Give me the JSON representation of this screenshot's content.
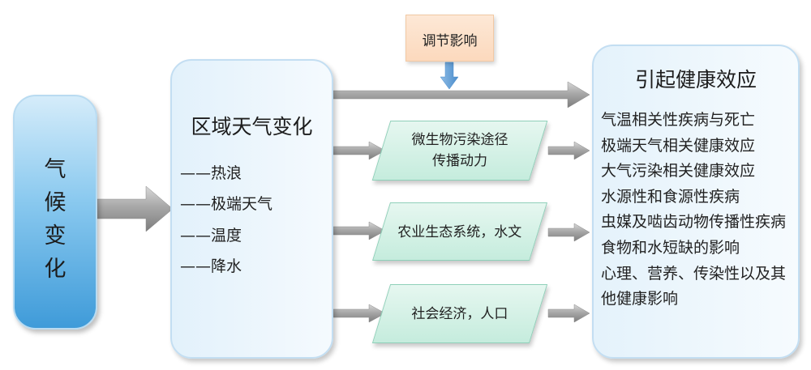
{
  "climate": {
    "title": "气候变化"
  },
  "region": {
    "title": "区域天气变化",
    "items": [
      "——热浪",
      "——极端天气",
      "——温度",
      "——降水"
    ]
  },
  "regulation": {
    "label": "调节影响"
  },
  "pathways": [
    {
      "lines": [
        "微生物污染途径",
        "传播动力"
      ]
    },
    {
      "lines": [
        "农业生态系统，水文"
      ]
    },
    {
      "lines": [
        "社会经济，人口"
      ]
    }
  ],
  "health": {
    "title": "引起健康效应",
    "lines": [
      "气温相关性疾病与死亡",
      "极端天气相关健康效应",
      "大气污染相关健康效应",
      "水源性和食源性疾病",
      "虫媒及啮齿动物传播性疾病",
      "食物和水短缺的影响",
      "心理、营养、传染性以及其",
      "他健康影响"
    ]
  },
  "colors": {
    "climate_box": "#4fa6dd",
    "region_box": "#e8f4fc",
    "health_box": "#e8f4fc",
    "regulation_box": "#fde2cc",
    "pathway_box": "#cdeee1",
    "arrow_gray": "#9e9e9e",
    "arrow_blue": "#5b9bd5"
  }
}
